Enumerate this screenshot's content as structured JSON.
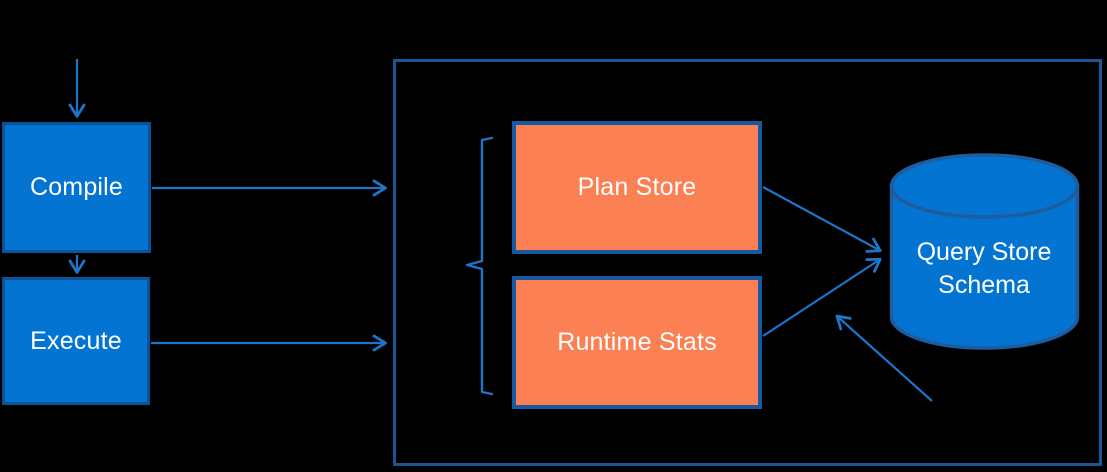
{
  "diagram": {
    "title": "Query Store data flow diagram",
    "nodes": {
      "compile": {
        "label": "Compile",
        "shape": "rectangle",
        "fill": "blue"
      },
      "execute": {
        "label": "Execute",
        "shape": "rectangle",
        "fill": "blue"
      },
      "plan_store": {
        "label": "Plan Store",
        "shape": "rectangle",
        "fill": "orange"
      },
      "runtime_stats": {
        "label": "Runtime Stats",
        "shape": "rectangle",
        "fill": "orange"
      },
      "query_store_schema": {
        "label": "Query Store Schema",
        "shape": "cylinder",
        "fill": "blue"
      },
      "query_store_container": {
        "label": "",
        "shape": "outlined-rectangle"
      }
    },
    "edges": [
      {
        "from": "offscreen-top",
        "to": "compile",
        "type": "arrow"
      },
      {
        "from": "compile",
        "to": "execute",
        "type": "arrow"
      },
      {
        "from": "compile",
        "to": "query_store_container",
        "type": "arrow"
      },
      {
        "from": "execute",
        "to": "query_store_container",
        "type": "arrow"
      },
      {
        "from": "plan_store",
        "to": "query_store_schema",
        "type": "arrow"
      },
      {
        "from": "runtime_stats",
        "to": "query_store_schema",
        "type": "arrow"
      },
      {
        "from": "offscreen-bottom",
        "to": "runtime_stats-edge",
        "type": "arrow"
      },
      {
        "group": [
          "plan_store",
          "runtime_stats"
        ],
        "type": "brace"
      }
    ],
    "colors": {
      "background": "#000000",
      "blue_fill": "#0374D2",
      "blue_border": "#0C5296",
      "orange_fill": "#FB8053",
      "orange_border": "#1758A0",
      "container_border": "#1B5693",
      "cylinder_border": "#1E5C9E",
      "arrow": "#1E74C8",
      "text": "#FFFFFF"
    }
  }
}
